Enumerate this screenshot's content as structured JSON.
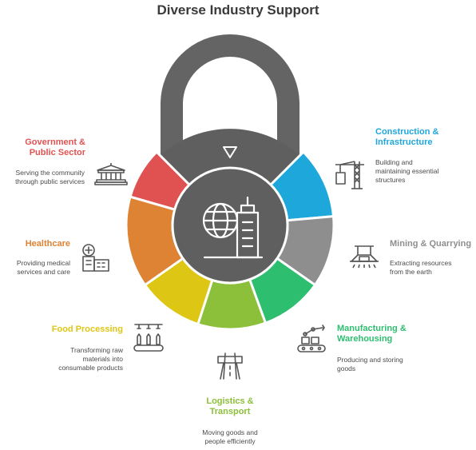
{
  "title": "Diverse Industry Support",
  "segments": [
    {
      "name": "Government & Public Sector",
      "label_lines": [
        "Government &",
        "Public Sector"
      ],
      "desc_lines": [
        "Serving the community",
        "through public services"
      ],
      "color": "#e05252",
      "icon": "government-building-icon"
    },
    {
      "name": "Construction & Infrastructure",
      "label_lines": [
        "Construction &",
        "Infrastructure"
      ],
      "desc_lines": [
        "Building and",
        "maintaining essential",
        "structures"
      ],
      "color": "#1ea7db",
      "icon": "crane-icon"
    },
    {
      "name": "Mining & Quarrying",
      "label_lines": [
        "Mining & Quarrying"
      ],
      "desc_lines": [
        "Extracting resources",
        "from the earth"
      ],
      "color": "#8e8e8e",
      "icon": "mining-rig-icon"
    },
    {
      "name": "Manufacturing & Warehousing",
      "label_lines": [
        "Manufacturing &",
        "Warehousing"
      ],
      "desc_lines": [
        "Producing and storing",
        "goods"
      ],
      "color": "#2dbf6f",
      "icon": "conveyor-robot-arm-icon"
    },
    {
      "name": "Logistics & Transport",
      "label_lines": [
        "Logistics &",
        "Transport"
      ],
      "desc_lines": [
        "Moving goods and",
        "people efficiently"
      ],
      "color": "#8cbf3a",
      "icon": "road-icon"
    },
    {
      "name": "Food Processing",
      "label_lines": [
        "Food Processing"
      ],
      "desc_lines": [
        "Transforming raw",
        "materials into",
        "consumable products"
      ],
      "color": "#dec615",
      "icon": "bottling-line-icon"
    },
    {
      "name": "Healthcare",
      "label_lines": [
        "Healthcare"
      ],
      "desc_lines": [
        "Providing medical",
        "services and care"
      ],
      "color": "#de8233",
      "icon": "hospital-icon"
    }
  ],
  "lock": {
    "body_color": "#5f5f5f",
    "shackle_color": "#646464",
    "center_icon": "globe-city-icon"
  }
}
